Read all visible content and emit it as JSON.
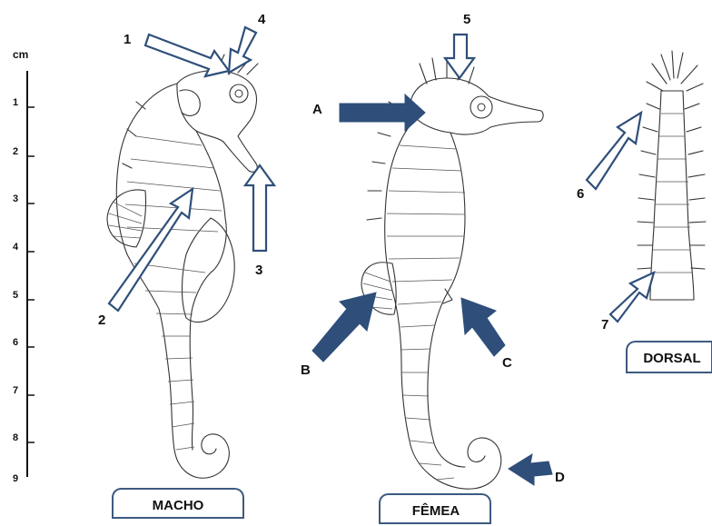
{
  "scale": {
    "unit": "cm",
    "ticks": [
      "1",
      "2",
      "3",
      "4",
      "5",
      "6",
      "7",
      "8",
      "9"
    ]
  },
  "figures": {
    "male": "MACHO",
    "female": "FÊMEA",
    "dorsal": "DORSAL"
  },
  "labels": {
    "n1": "1",
    "n2": "2",
    "n3": "3",
    "n4": "4",
    "n5": "5",
    "n6": "6",
    "n7": "7",
    "A": "A",
    "B": "B",
    "C": "C",
    "D": "D"
  },
  "colors": {
    "arrow": "#2f4f7a",
    "box_border": "#3d5a80"
  }
}
